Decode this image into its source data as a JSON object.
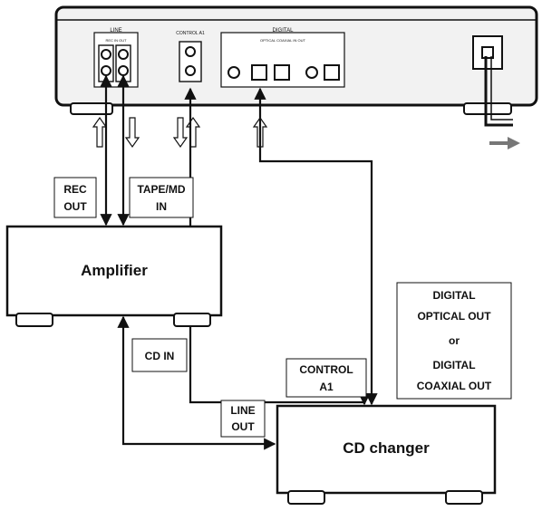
{
  "deck_panel": {
    "line_section": "LINE",
    "line_sub": "REC  IN  OUT",
    "control_section": "CONTROL A1",
    "digital_section": "DIGITAL",
    "digital_sub": "OPTICAL  COAXIAL  IN  OUT"
  },
  "labels": {
    "rec_out": [
      "REC",
      "OUT"
    ],
    "tape_md_in": [
      "TAPE/MD",
      "IN"
    ],
    "cd_in": "CD IN",
    "control_a1": [
      "CONTROL",
      "A1"
    ],
    "line_out": [
      "LINE",
      "OUT"
    ],
    "digital_out": [
      "DIGITAL",
      "OPTICAL OUT",
      "or",
      "DIGITAL",
      "COAXIAL OUT"
    ]
  },
  "devices": {
    "amplifier": "Amplifier",
    "cd_changer": "CD changer"
  },
  "colors": {
    "line": "#111111",
    "device_fill": "#ffffff",
    "deck_body": "#f2f2f2",
    "mains_arrow": "#777777"
  }
}
